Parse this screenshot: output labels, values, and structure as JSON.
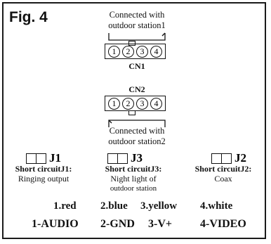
{
  "figure_label": "Fig. 4",
  "cn1": {
    "caption_line1": "Connected with",
    "caption_line2": "outdoor station1",
    "pins": [
      "1",
      "2",
      "3",
      "4"
    ],
    "name": "CN1"
  },
  "cn2": {
    "name": "CN2",
    "pins": [
      "1",
      "2",
      "3",
      "4"
    ],
    "caption_line1": "Connected with",
    "caption_line2": "outdoor station2"
  },
  "jumpers": [
    {
      "label": "J1",
      "title": "Short circuitJ1:",
      "desc_lines": [
        "Ringing output"
      ]
    },
    {
      "label": "J3",
      "title": "Short circuitJ3:",
      "desc_lines": [
        "Night light of",
        "outdoor station"
      ]
    },
    {
      "label": "J2",
      "title": "Short circuitJ2:",
      "desc_lines": [
        "Coax"
      ]
    }
  ],
  "wire_colors": [
    "1.red",
    "2.blue",
    "3.yellow",
    "4.white"
  ],
  "signals": [
    "1-AUDIO",
    "2-GND",
    "3-V+",
    "4-VIDEO"
  ]
}
